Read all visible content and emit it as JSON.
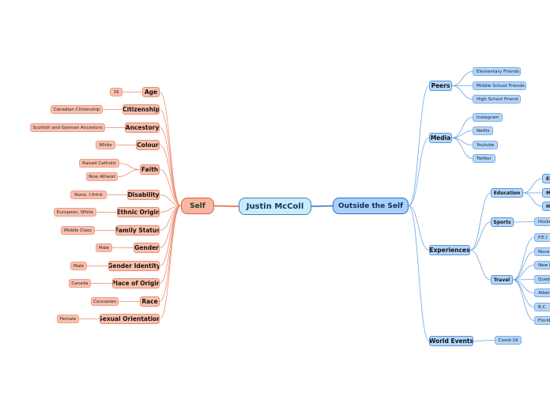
{
  "root": "Justin McColl",
  "self": {
    "label": "Self",
    "items": [
      {
        "label": "Age",
        "children": [
          "16"
        ]
      },
      {
        "label": "Citizenship",
        "children": [
          "Canadian Citizenship"
        ]
      },
      {
        "label": "Ancestory",
        "children": [
          "Scottish and German Ancestors"
        ]
      },
      {
        "label": "Colour",
        "children": [
          "White"
        ]
      },
      {
        "label": "Faith",
        "children": [
          "Raised Catholic",
          "Now Atheist"
        ]
      },
      {
        "label": "Disability",
        "children": [
          "None, I think"
        ]
      },
      {
        "label": "Ethnic Origin",
        "children": [
          "European, White"
        ]
      },
      {
        "label": "Family Status",
        "children": [
          "Middle Class"
        ]
      },
      {
        "label": "Gender",
        "children": [
          "Male"
        ]
      },
      {
        "label": "Gender Identity",
        "children": [
          "Male"
        ]
      },
      {
        "label": "Place of Origin",
        "children": [
          "Canada"
        ]
      },
      {
        "label": "Race",
        "children": [
          "Caucasian"
        ]
      },
      {
        "label": "Sexual Orientation",
        "children": [
          "Female"
        ]
      }
    ]
  },
  "outside": {
    "label": "Outside the Self",
    "peers": {
      "label": "Peers",
      "children": [
        "Elementary Friends",
        "Middle School Friends",
        "High School Friend"
      ]
    },
    "media": {
      "label": "Media",
      "children": [
        "Instagram",
        "Netfix",
        "Youtube",
        "Twitter"
      ]
    },
    "experiences": {
      "label": "Experiences",
      "education": {
        "label": "Education",
        "children": [
          "El",
          "M",
          "H"
        ]
      },
      "sports": {
        "label": "Sports",
        "children": [
          "Hocke"
        ]
      },
      "travel": {
        "label": "Travel",
        "children": [
          "P.E.I",
          "Nova S",
          "New B",
          "Quebe",
          "Albert",
          "B.C",
          "Florida"
        ]
      }
    },
    "world_events": {
      "label": "World Events",
      "children": [
        "Covid-19"
      ]
    }
  },
  "colors": {
    "self_line": "#ee8a6e",
    "out_line": "#6da5e4",
    "root_left_line": "#e2603d",
    "root_right_line": "#2f6fc0"
  }
}
